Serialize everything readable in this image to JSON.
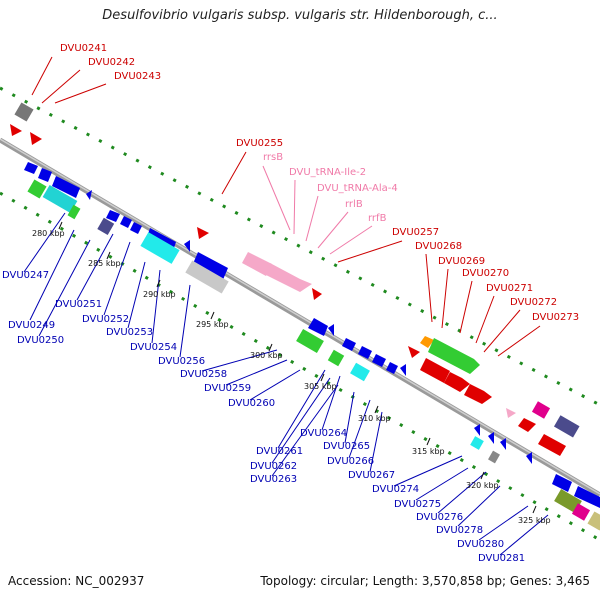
{
  "title": "Desulfovibrio vulgaris subsp. vulgaris str. Hildenborough, c...",
  "footer": {
    "accession": "Accession: NC_002937",
    "summary": "Topology: circular; Length: 3,570,858 bp; Genes: 3,465"
  },
  "colors": {
    "backbone": "#8c8c8c",
    "forward_label": "#cc0000",
    "reverse_label": "#0000b3",
    "rna_label": "#f07aa8",
    "dots": "#1f8a1f"
  },
  "ticks": [
    "280 kbp",
    "285 kbp",
    "290 kbp",
    "295 kbp",
    "300 kbp",
    "305 kbp",
    "310 kbp",
    "315 kbp",
    "320 kbp",
    "325 kbp"
  ],
  "forward_labels": [
    "DVU0241",
    "DVU0242",
    "DVU0243",
    "DVU0255",
    "DVU0257",
    "DVU0268",
    "DVU0269",
    "DVU0270",
    "DVU0271",
    "DVU0272",
    "DVU0273"
  ],
  "rna_labels": [
    "rrsB",
    "DVU_tRNA-Ile-2",
    "DVU_tRNA-Ala-4",
    "rrlB",
    "rrfB"
  ],
  "reverse_labels": [
    "DVU0247",
    "DVU0251",
    "DVU0252",
    "DVU0249",
    "DVU0250",
    "DVU0253",
    "DVU0254",
    "DVU0256",
    "DVU0258",
    "DVU0259",
    "DVU0260",
    "DVU0264",
    "DVU0261",
    "DVU0265",
    "DVU0262",
    "DVU0263",
    "DVU0266",
    "DVU0267",
    "DVU0274",
    "DVU0275",
    "DVU0276",
    "DVU0278",
    "DVU0280",
    "DVU0281"
  ]
}
